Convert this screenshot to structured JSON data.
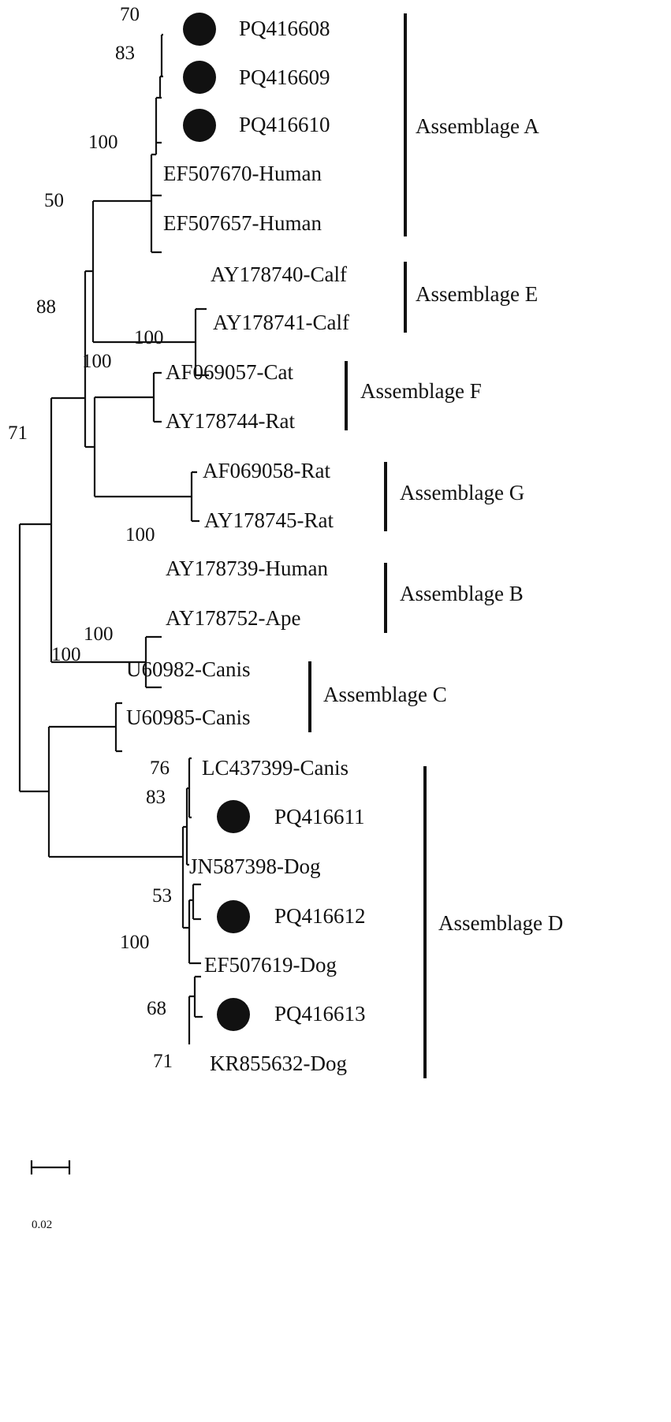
{
  "tree": {
    "taxa": [
      {
        "id": "t1",
        "label": "PQ416608",
        "marked": true
      },
      {
        "id": "t2",
        "label": "PQ416609",
        "marked": true
      },
      {
        "id": "t3",
        "label": "PQ416610",
        "marked": true
      },
      {
        "id": "t4",
        "label": "EF507670-Human",
        "marked": false
      },
      {
        "id": "t5",
        "label": "EF507657-Human",
        "marked": false
      },
      {
        "id": "t6",
        "label": "AY178740-Calf",
        "marked": false
      },
      {
        "id": "t7",
        "label": "AY178741-Calf",
        "marked": false
      },
      {
        "id": "t8",
        "label": "AF069057-Cat",
        "marked": false
      },
      {
        "id": "t9",
        "label": "AY178744-Rat",
        "marked": false
      },
      {
        "id": "t10",
        "label": "AF069058-Rat",
        "marked": false
      },
      {
        "id": "t11",
        "label": "AY178745-Rat",
        "marked": false
      },
      {
        "id": "t12",
        "label": "AY178739-Human",
        "marked": false
      },
      {
        "id": "t13",
        "label": "AY178752-Ape",
        "marked": false
      },
      {
        "id": "t14",
        "label": "U60982-Canis",
        "marked": false
      },
      {
        "id": "t15",
        "label": "U60985-Canis",
        "marked": false
      },
      {
        "id": "t16",
        "label": "LC437399-Canis",
        "marked": false
      },
      {
        "id": "t17",
        "label": "PQ416611",
        "marked": true
      },
      {
        "id": "t18",
        "label": "JN587398-Dog",
        "marked": false
      },
      {
        "id": "t19",
        "label": "PQ416612",
        "marked": true
      },
      {
        "id": "t20",
        "label": "EF507619-Dog",
        "marked": false
      },
      {
        "id": "t21",
        "label": "PQ416613",
        "marked": true
      },
      {
        "id": "t22",
        "label": "KR855632-Dog",
        "marked": false
      }
    ],
    "bootstrap": [
      "70",
      "83",
      "100",
      "50",
      "88",
      "100",
      "100",
      "71",
      "100",
      "100",
      "100",
      "76",
      "83",
      "53",
      "100",
      "68",
      "71"
    ],
    "groups": [
      {
        "id": "A",
        "label": "Assemblage A"
      },
      {
        "id": "E",
        "label": "Assemblage E"
      },
      {
        "id": "F",
        "label": "Assemblage F"
      },
      {
        "id": "G",
        "label": "Assemblage G"
      },
      {
        "id": "B",
        "label": "Assemblage B"
      },
      {
        "id": "C",
        "label": "Assemblage C"
      },
      {
        "id": "D",
        "label": "Assemblage D"
      }
    ],
    "scale_bar_label": "0.02"
  },
  "colors": {
    "ink": "#111111",
    "background": "#ffffff"
  }
}
